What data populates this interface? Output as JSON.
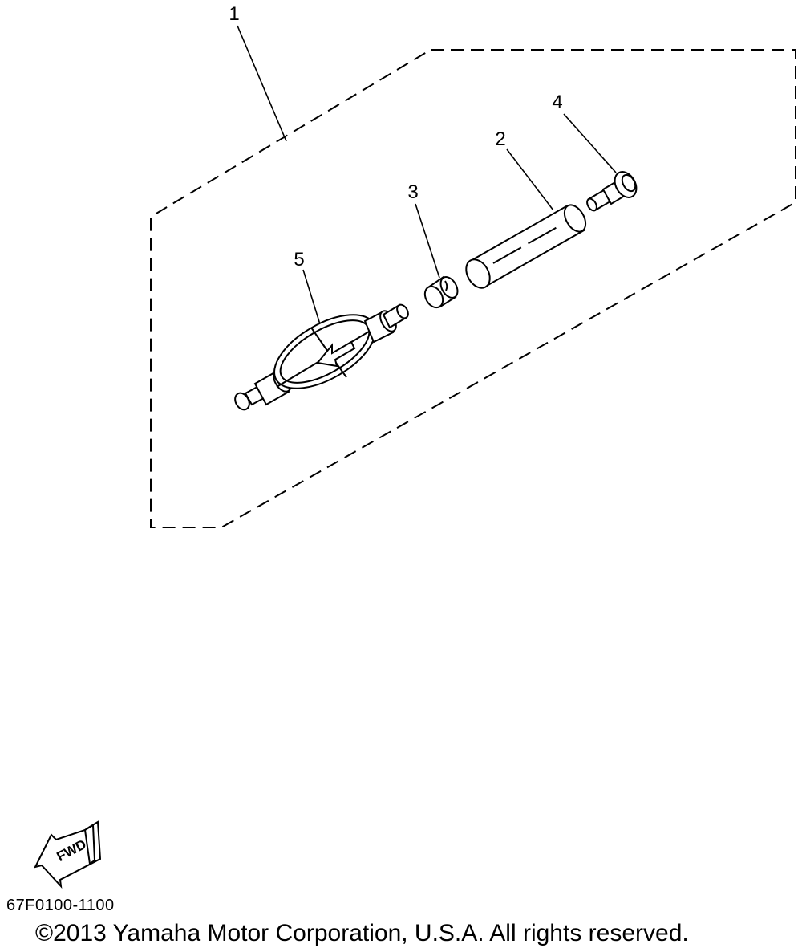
{
  "diagram": {
    "callouts": [
      {
        "id": "1",
        "label": "1"
      },
      {
        "id": "2",
        "label": "2"
      },
      {
        "id": "3",
        "label": "3"
      },
      {
        "id": "4",
        "label": "4"
      },
      {
        "id": "5",
        "label": "5"
      }
    ],
    "fwd_label": "FWD",
    "part_code": "67F0100-1100",
    "copyright": "©2013 Yamaha Motor Corporation, U.S.A. All rights reserved."
  },
  "colors": {
    "line": "#000000",
    "background": "#ffffff"
  }
}
